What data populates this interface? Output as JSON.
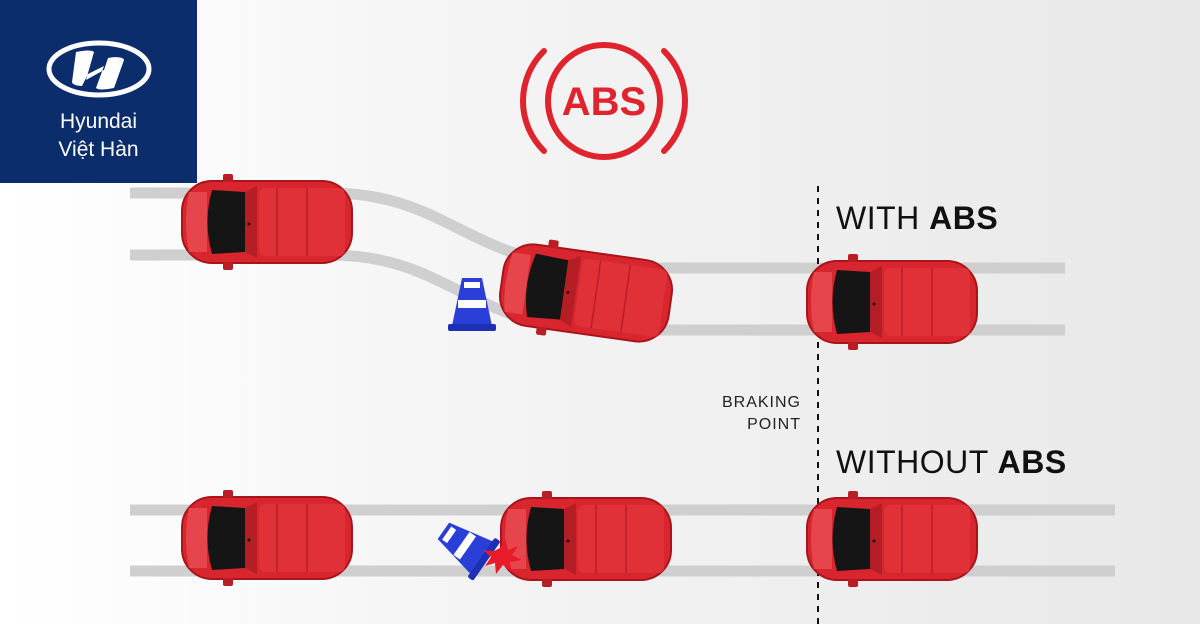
{
  "brand": {
    "name_line1": "Hyundai",
    "name_line2": "Việt Hàn"
  },
  "abs_symbol_text": "ABS",
  "with_abs": {
    "prefix": "WITH ",
    "emphasis": "ABS"
  },
  "without_abs": {
    "prefix": "WITHOUT ",
    "emphasis": "ABS"
  },
  "braking_point": {
    "line1": "BRAKING",
    "line2": "POINT"
  },
  "colors": {
    "brand_blue": "#0b2d6b",
    "abs_red": "#e0242e",
    "car_red": "#d9262e",
    "cone_blue": "#2a3fd8",
    "track": "#cfcfcf"
  },
  "icons": [
    "hyundai-logo-icon",
    "abs-warning-icon",
    "traffic-cone-icon",
    "impact-burst-icon"
  ]
}
